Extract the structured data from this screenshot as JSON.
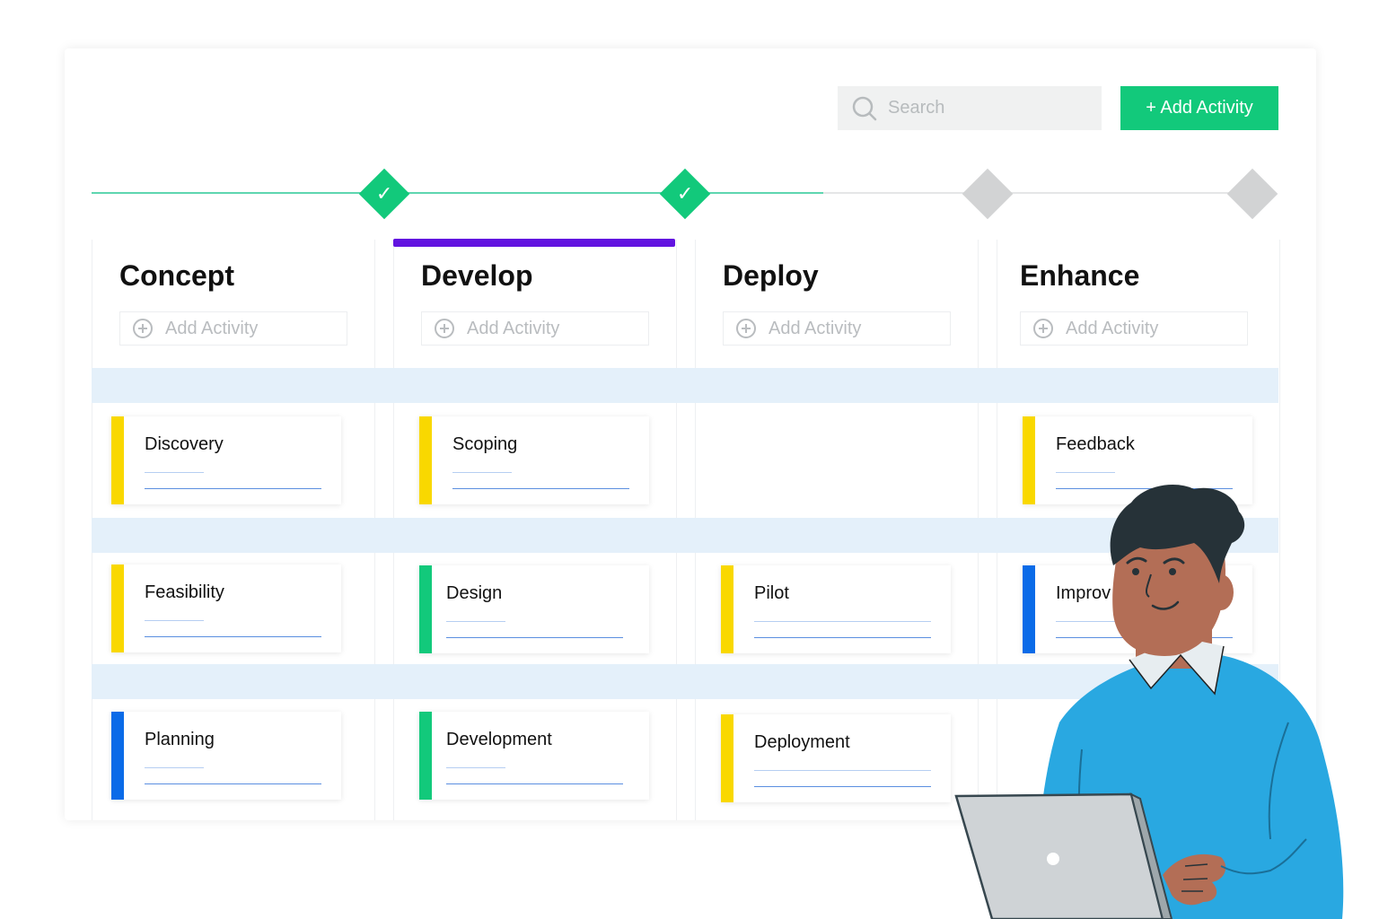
{
  "search": {
    "placeholder": "Search"
  },
  "add_button_label": "+ Add Activity",
  "milestones": [
    {
      "status": "done"
    },
    {
      "status": "done"
    },
    {
      "status": "pending"
    },
    {
      "status": "pending"
    }
  ],
  "columns": [
    {
      "title": "Concept",
      "add_label": "Add Activity",
      "active": false
    },
    {
      "title": "Develop",
      "add_label": "Add Activity",
      "active": true
    },
    {
      "title": "Deploy",
      "add_label": "Add Activity",
      "active": false
    },
    {
      "title": "Enhance",
      "add_label": "Add Activity",
      "active": false
    }
  ],
  "cards": {
    "discovery": {
      "label": "Discovery",
      "color": "#f9d800"
    },
    "scoping": {
      "label": "Scoping",
      "color": "#f9d800"
    },
    "feedback": {
      "label": "Feedback",
      "color": "#f9d800"
    },
    "feasibility": {
      "label": "Feasibility",
      "color": "#f9d800"
    },
    "design": {
      "label": "Design",
      "color": "#12c97b"
    },
    "pilot": {
      "label": "Pilot",
      "color": "#f9d800"
    },
    "improve": {
      "label": "Improv",
      "color": "#0a6be8"
    },
    "planning": {
      "label": "Planning",
      "color": "#0a6be8"
    },
    "development": {
      "label": "Development",
      "color": "#12c97b"
    },
    "deployment": {
      "label": "Deployment",
      "color": "#f9d800"
    }
  },
  "colors": {
    "accent_green": "#12c97b",
    "active_purple": "#6213e0",
    "lane_blue": "#e4f0fa",
    "milestone_pending": "#d2d3d4"
  }
}
